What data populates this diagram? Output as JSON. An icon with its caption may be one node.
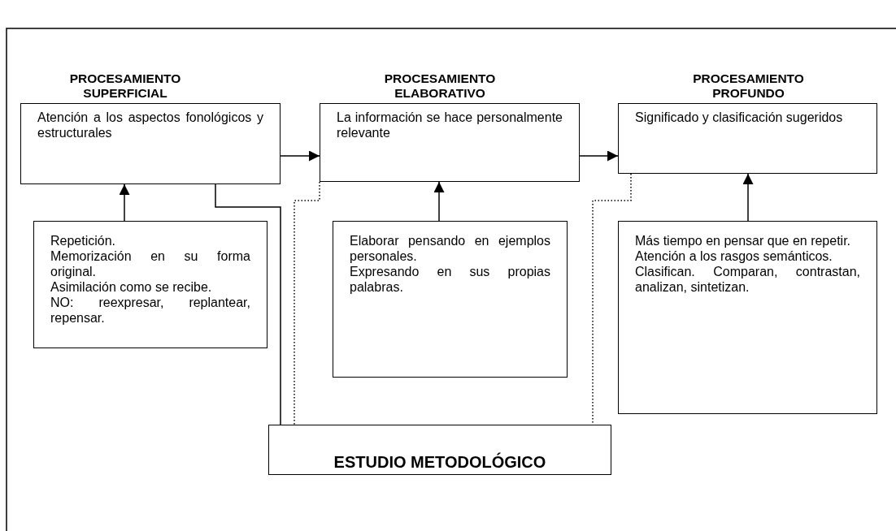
{
  "diagram": {
    "nodes": [
      {
        "text": [
          "PROCESAMIENTO SUPERFICIAL",
          "Atención a los aspectos fonológicos y estructurales"
        ]
      },
      {
        "text": [
          "PROCESAMIENTO ELABORATIVO",
          "La información se hace personalmente relevante"
        ]
      },
      {
        "text": [
          "PROCESAMIENTO PROFUNDO",
          "Significado y clasificación sugeridos"
        ]
      },
      {
        "text": [
          "Repetición.",
          "Memorización en su forma original.",
          "Asimilación como se recibe.",
          "NO: reexpresar, replantear, repensar."
        ]
      },
      {
        "text": [
          "Elaborar pensando en ejemplos personales.",
          "Expresando en sus propias palabras."
        ]
      },
      {
        "text": [
          "Más tiempo en pensar que en repetir.",
          "Atención a los rasgos semánticos.",
          "Clasifican. Comparan, contrastan, analizan, sintetizan."
        ]
      },
      {
        "text": [
          "ESTUDIO METODOLÓGICO"
        ]
      }
    ],
    "edges": [
      {
        "from": 0,
        "to": 1,
        "arrow": "to"
      },
      {
        "from": 1,
        "to": 2,
        "arrow": "to"
      },
      {
        "from": 3,
        "to": 0,
        "arrow": "to"
      },
      {
        "from": 4,
        "to": 1,
        "arrow": "to"
      },
      {
        "from": 5,
        "to": 2,
        "arrow": "to"
      },
      {
        "from": 0,
        "to": 6,
        "arrow": "none"
      },
      {
        "from": 1,
        "to": 6,
        "arrow": "none",
        "style": "dashed"
      },
      {
        "from": 2,
        "to": 6,
        "arrow": "none",
        "style": "dashed"
      }
    ]
  }
}
